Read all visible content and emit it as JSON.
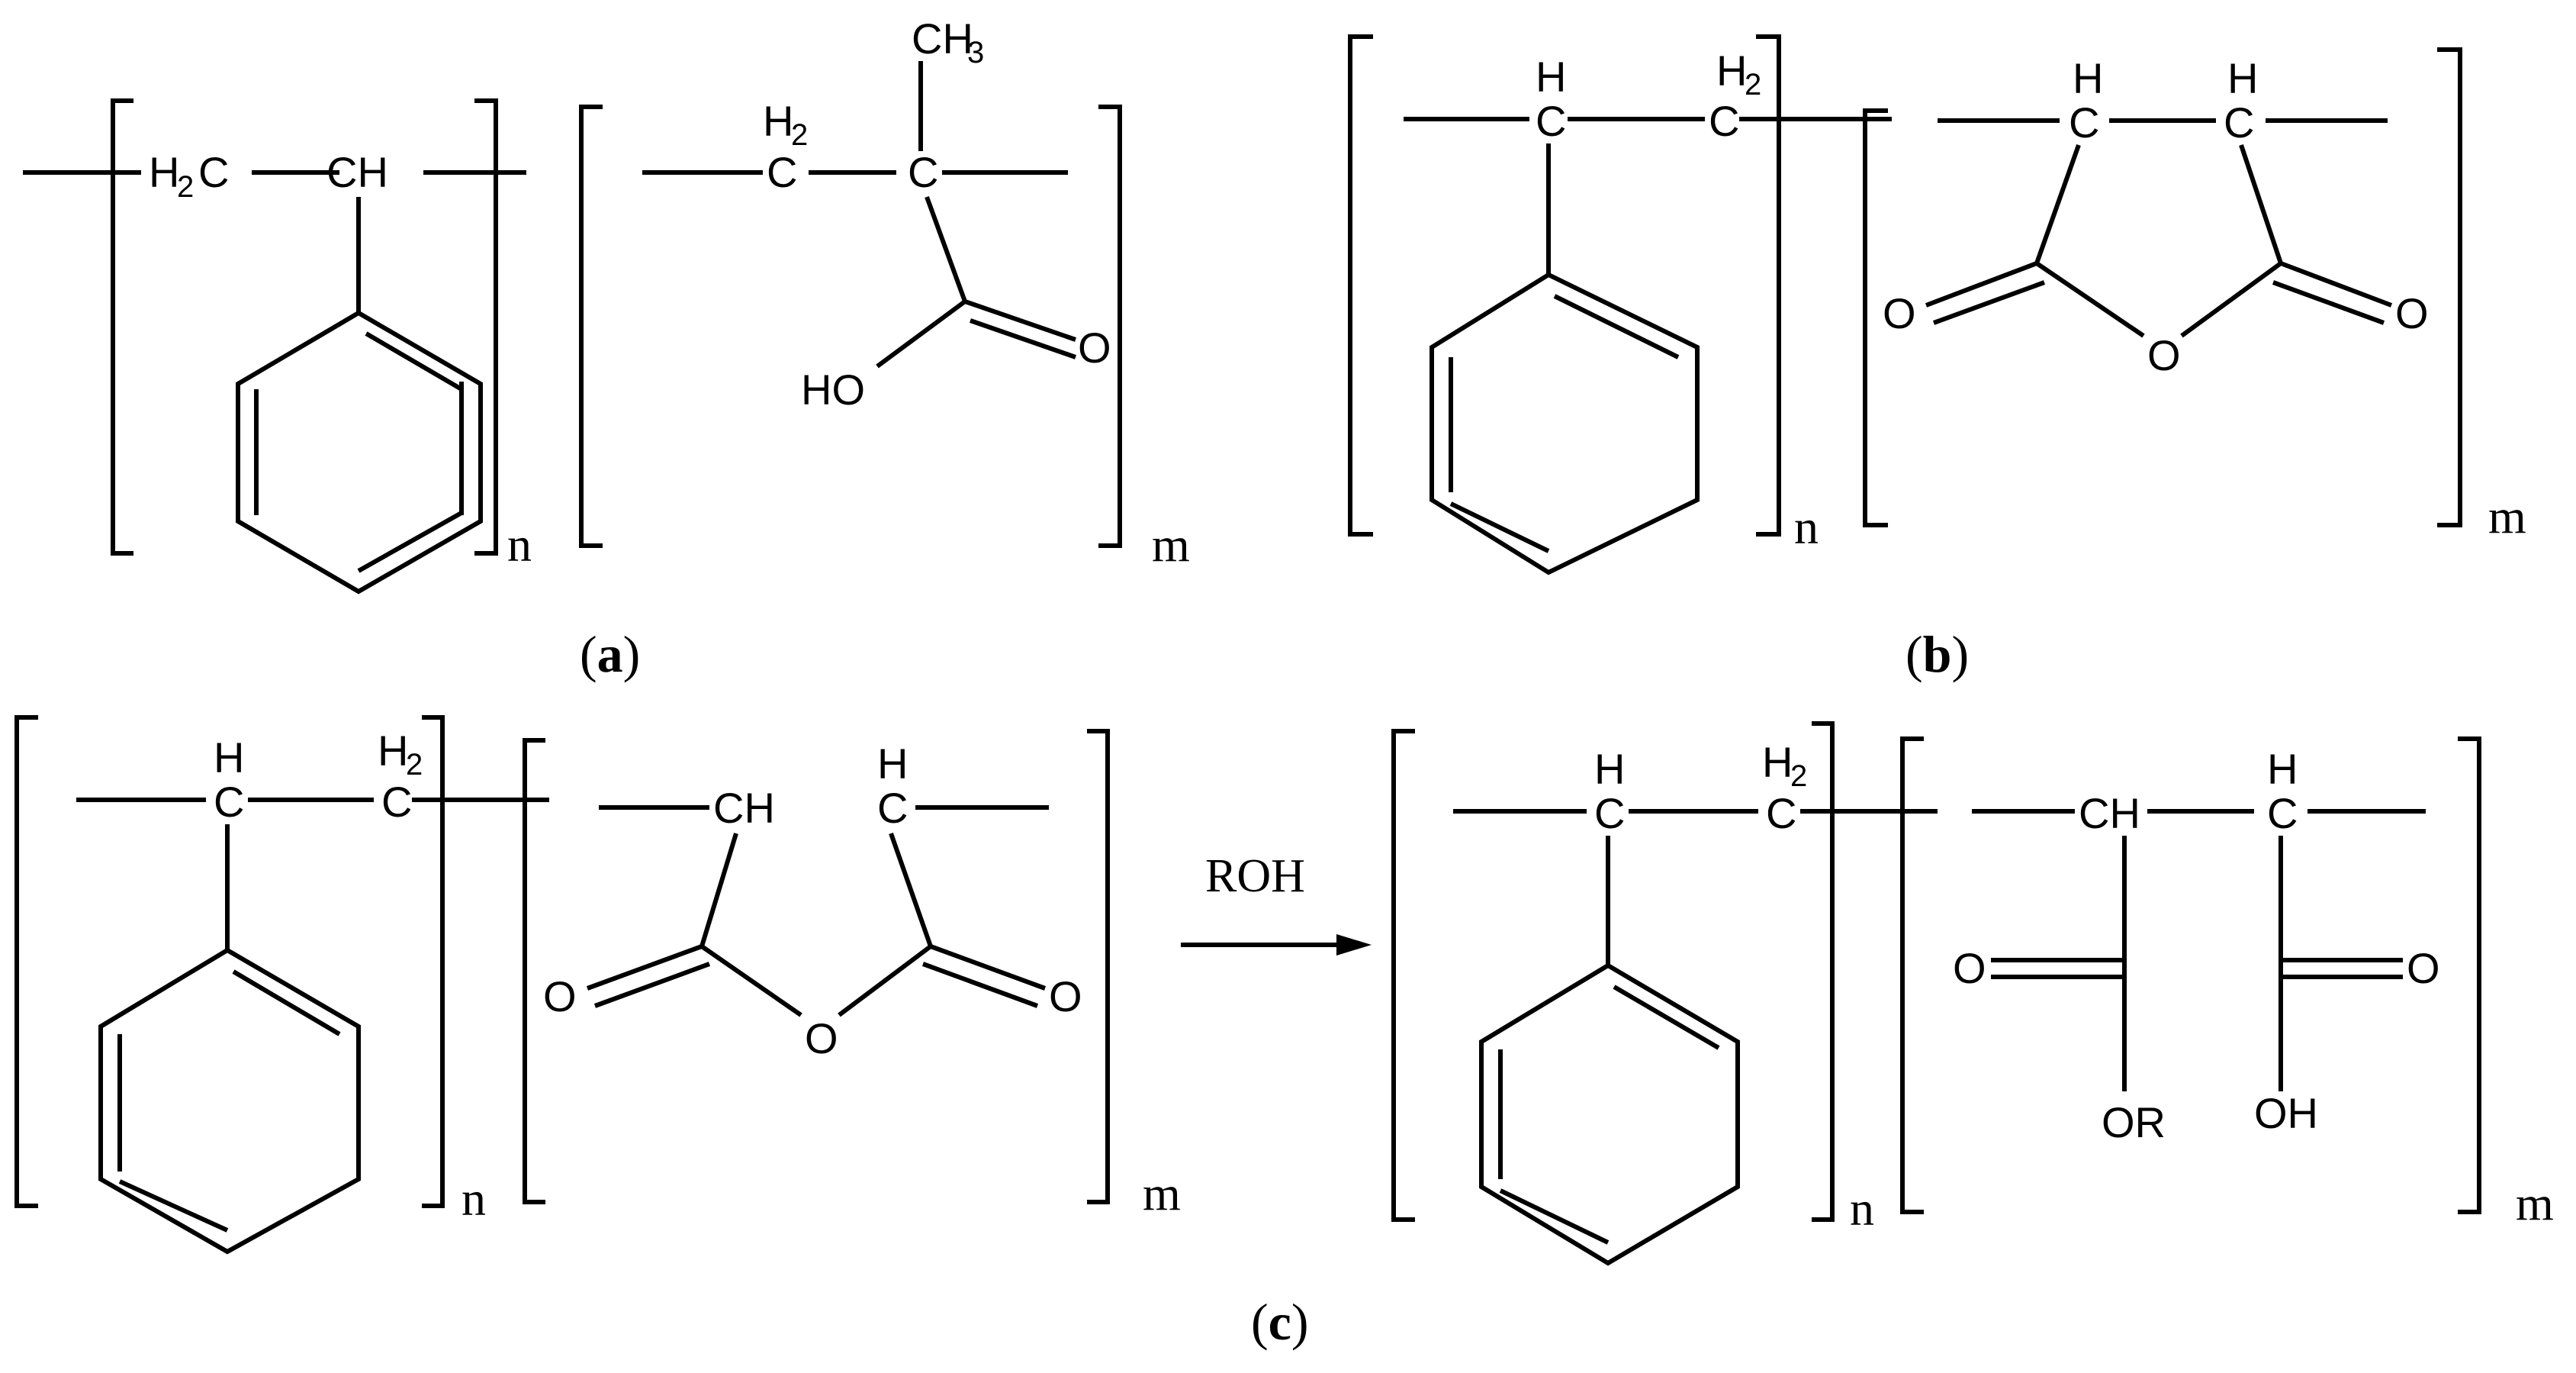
{
  "figure": {
    "panels": [
      {
        "id": "a",
        "caption_letter": "a",
        "labels": {
          "ch2_left": "H",
          "ch2_left_sub": "2",
          "ch2_left_c": "C",
          "ch_main": "CH",
          "h2_top": "H",
          "h2_top_sub": "2",
          "c_center": "C",
          "ch3": "CH",
          "ch3_sub": "3",
          "o_carbonyl": "O",
          "ho": "HO",
          "n": "n",
          "m": "m"
        }
      },
      {
        "id": "b",
        "caption_letter": "b",
        "labels": {
          "h_top": "H",
          "c1": "C",
          "h2_top": "H",
          "h2_sub": "2",
          "c2": "C",
          "h_anh1": "H",
          "c_anh1": "C",
          "h_anh2": "H",
          "c_anh2": "C",
          "o_left": "O",
          "o_ring": "O",
          "o_right": "O",
          "n": "n",
          "m": "m"
        }
      },
      {
        "id": "c",
        "caption_letter": "c",
        "reagent": "ROH",
        "left": {
          "h_top": "H",
          "c1": "C",
          "h2_top": "H",
          "h2_sub": "2",
          "c2": "C",
          "ch_anh": "CH",
          "h_anh2": "H",
          "c_anh2": "C",
          "o_left": "O",
          "o_ring": "O",
          "o_right": "O",
          "n": "n",
          "m": "m"
        },
        "right": {
          "h_top": "H",
          "c1": "C",
          "h2_top": "H",
          "h2_sub": "2",
          "c2": "C",
          "ch_acid": "CH",
          "h_acid2": "H",
          "c_acid2": "C",
          "o_left": "O",
          "o_right": "O",
          "or": "OR",
          "oh": "OH",
          "n": "n",
          "m": "m"
        }
      }
    ]
  }
}
